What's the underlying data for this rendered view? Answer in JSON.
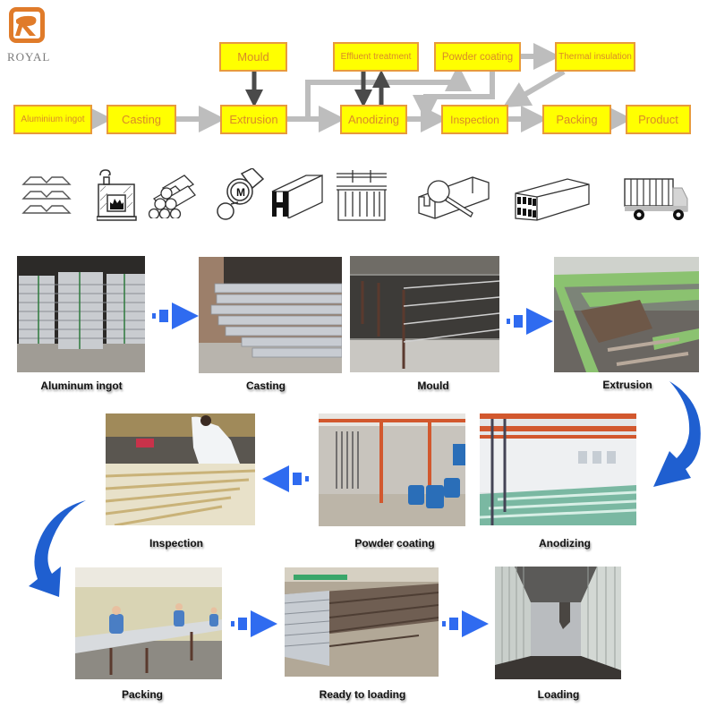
{
  "brand": {
    "name": "ROYAL",
    "accent": "#e07b2a"
  },
  "colors": {
    "box_fill": "#ffff00",
    "box_border": "#e89a3c",
    "box_text": "#d98a28",
    "flow_arrow": "#bdbdbd",
    "dark_arrow": "#4a4a4a",
    "step_arrow": "#2f6bf0",
    "curve_arrow": "#1f5fd0"
  },
  "flowchart": {
    "boxes": {
      "aluminium_ingot": "Aluminium ingot",
      "casting": "Casting",
      "mould": "Mould",
      "extrusion": "Extrusion",
      "effluent_treatment": "Effluent treatment",
      "anodizing": "Anodizing",
      "powder_coating": "Powder coating",
      "thermal_insulation": "Thermal insulation",
      "inspection": "Inspection",
      "packing": "Packing",
      "product": "Product"
    }
  },
  "icons": [
    "ingot-stack-icon",
    "furnace-icon",
    "billet-pile-icon",
    "extrusion-die-icon",
    "h-profile-icon",
    "anodizing-tank-icon",
    "inspection-magnifier-icon",
    "square-tube-bundle-icon",
    "truck-icon"
  ],
  "steps": [
    {
      "id": "aluminum-ingot",
      "caption": "Aluminum ingot"
    },
    {
      "id": "casting",
      "caption": "Casting"
    },
    {
      "id": "mould",
      "caption": "Mould"
    },
    {
      "id": "extrusion",
      "caption": "Extrusion"
    },
    {
      "id": "anodizing",
      "caption": "Anodizing"
    },
    {
      "id": "powder-coating",
      "caption": "Powder coating"
    },
    {
      "id": "inspection",
      "caption": "Inspection"
    },
    {
      "id": "packing",
      "caption": "Packing"
    },
    {
      "id": "ready-to-loading",
      "caption": "Ready to loading"
    },
    {
      "id": "loading",
      "caption": "Loading"
    }
  ]
}
